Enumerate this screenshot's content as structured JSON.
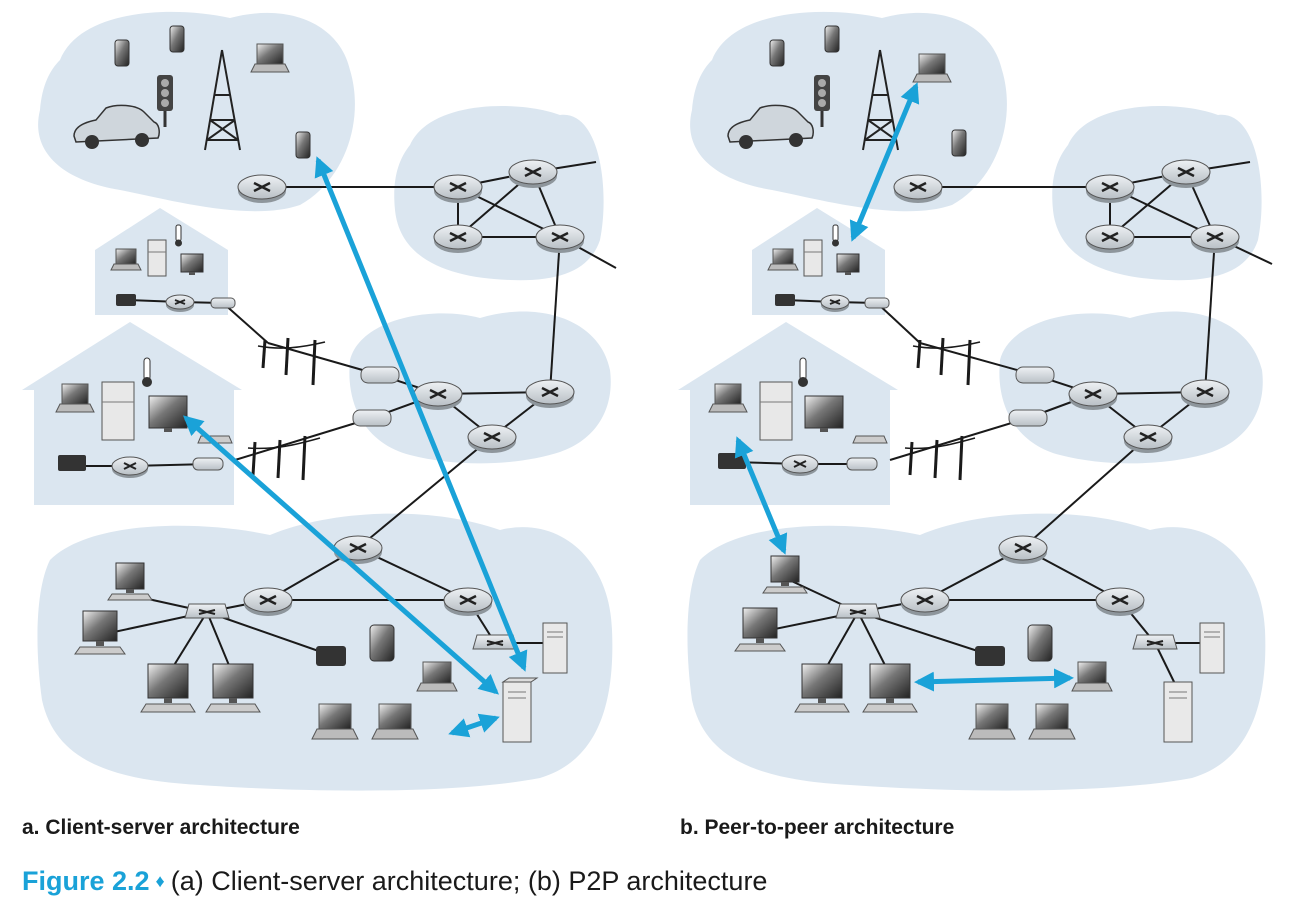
{
  "captions": {
    "panel_a": "a. Client-server architecture",
    "panel_b": "b. Peer-to-peer architecture"
  },
  "figure": {
    "label": "Figure 2.2",
    "separator": "♦",
    "text": "(a) Client-server architecture; (b) P2P architecture"
  },
  "colors": {
    "cloud": "#dbe6f0",
    "arrow": "#1aa2d8",
    "line": "#1a1a1a",
    "router": "#cfd5da",
    "device": "#9aa0a6"
  },
  "icons": [
    "router-icon",
    "switch-icon",
    "modem-icon",
    "laptop-icon",
    "desktop-icon",
    "server-icon",
    "phone-icon",
    "tablet-icon",
    "car-icon",
    "traffic-light-icon",
    "cell-tower-icon",
    "refrigerator-icon",
    "thermometer-icon",
    "utility-pole-icon"
  ]
}
